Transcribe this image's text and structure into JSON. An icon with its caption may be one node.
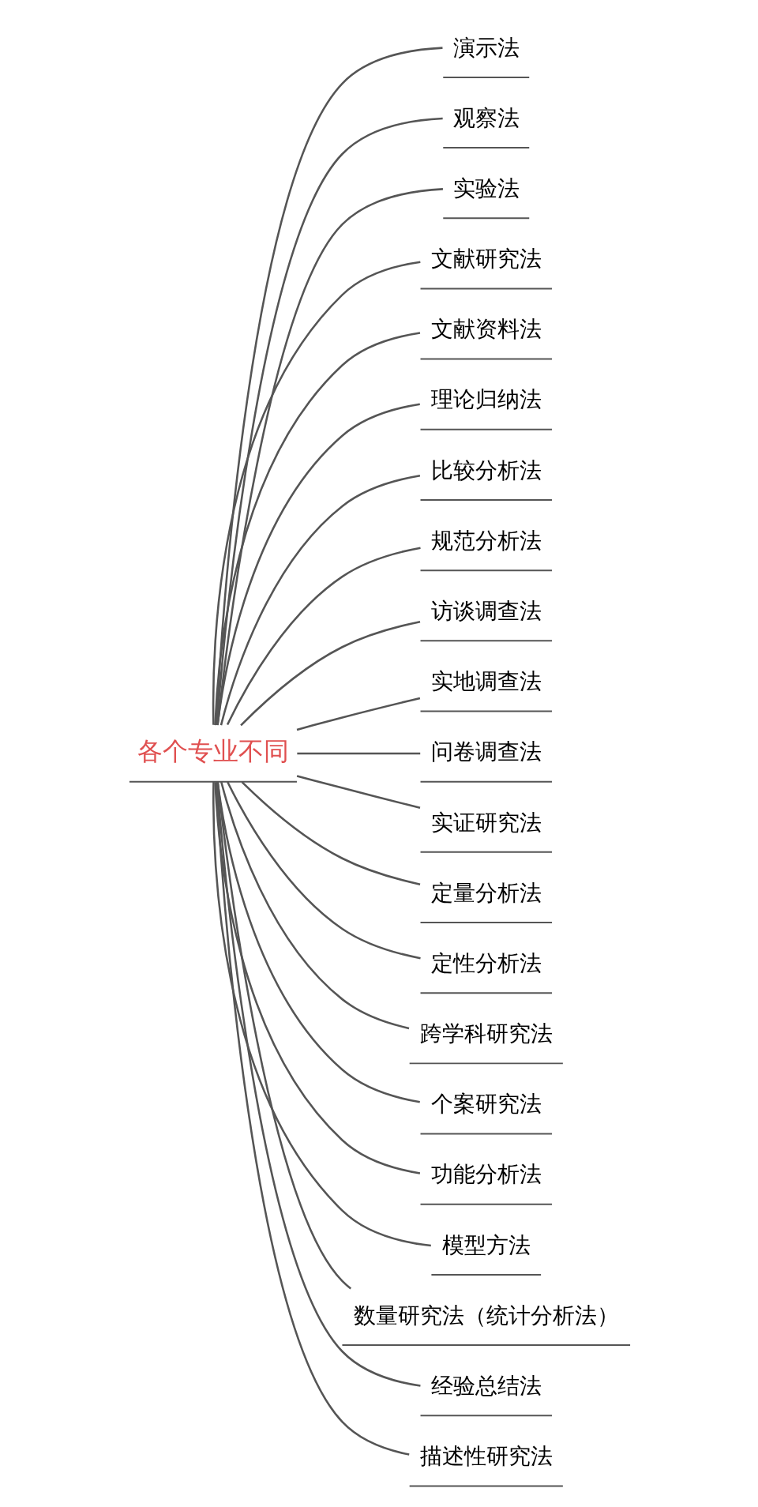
{
  "diagram": {
    "nodes": [
      {
        "text": [
          "各个专业不同"
        ]
      },
      {
        "text": [
          "演示法"
        ]
      },
      {
        "text": [
          "观察法"
        ]
      },
      {
        "text": [
          "实验法"
        ]
      },
      {
        "text": [
          "文献研究法"
        ]
      },
      {
        "text": [
          "文献资料法"
        ]
      },
      {
        "text": [
          "理论归纳法"
        ]
      },
      {
        "text": [
          "比较分析法"
        ]
      },
      {
        "text": [
          "规范分析法"
        ]
      },
      {
        "text": [
          "访谈调查法"
        ]
      },
      {
        "text": [
          "实地调查法"
        ]
      },
      {
        "text": [
          "问卷调查法"
        ]
      },
      {
        "text": [
          "实证研究法"
        ]
      },
      {
        "text": [
          "定量分析法"
        ]
      },
      {
        "text": [
          "定性分析法"
        ]
      },
      {
        "text": [
          "跨学科研究法"
        ]
      },
      {
        "text": [
          "个案研究法"
        ]
      },
      {
        "text": [
          "功能分析法"
        ]
      },
      {
        "text": [
          "模型方法"
        ]
      },
      {
        "text": [
          "数量研究法（统计分析法）"
        ]
      },
      {
        "text": [
          "经验总结法"
        ]
      },
      {
        "text": [
          "描述性研究法"
        ]
      }
    ],
    "edges": [
      {
        "from": 0,
        "to": 1,
        "arrow": "none"
      },
      {
        "from": 0,
        "to": 2,
        "arrow": "none"
      },
      {
        "from": 0,
        "to": 3,
        "arrow": "none"
      },
      {
        "from": 0,
        "to": 4,
        "arrow": "none"
      },
      {
        "from": 0,
        "to": 5,
        "arrow": "none"
      },
      {
        "from": 0,
        "to": 6,
        "arrow": "none"
      },
      {
        "from": 0,
        "to": 7,
        "arrow": "none"
      },
      {
        "from": 0,
        "to": 8,
        "arrow": "none"
      },
      {
        "from": 0,
        "to": 9,
        "arrow": "none"
      },
      {
        "from": 0,
        "to": 10,
        "arrow": "none"
      },
      {
        "from": 0,
        "to": 11,
        "arrow": "none"
      },
      {
        "from": 0,
        "to": 12,
        "arrow": "none"
      },
      {
        "from": 0,
        "to": 13,
        "arrow": "none"
      },
      {
        "from": 0,
        "to": 14,
        "arrow": "none"
      },
      {
        "from": 0,
        "to": 15,
        "arrow": "none"
      },
      {
        "from": 0,
        "to": 16,
        "arrow": "none"
      },
      {
        "from": 0,
        "to": 17,
        "arrow": "none"
      },
      {
        "from": 0,
        "to": 18,
        "arrow": "none"
      },
      {
        "from": 0,
        "to": 19,
        "arrow": "none"
      },
      {
        "from": 0,
        "to": 20,
        "arrow": "none"
      },
      {
        "from": 0,
        "to": 21,
        "arrow": "none"
      }
    ]
  }
}
